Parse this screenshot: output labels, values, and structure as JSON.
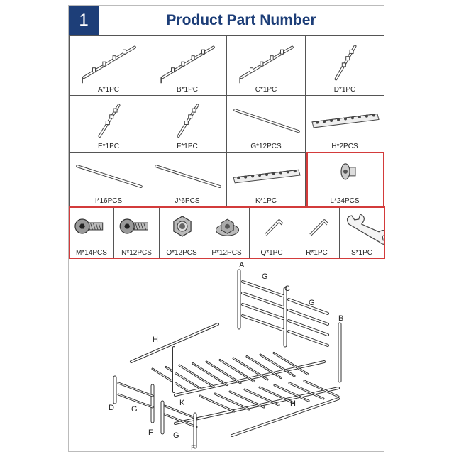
{
  "header": {
    "step_number": "1",
    "title": "Product Part Number"
  },
  "parts": [
    {
      "id": "A",
      "label": "A*1PC",
      "icon": "long-rail-icon"
    },
    {
      "id": "B",
      "label": "B*1PC",
      "icon": "long-rail-icon"
    },
    {
      "id": "C",
      "label": "C*1PC",
      "icon": "long-rail-icon"
    },
    {
      "id": "D",
      "label": "D*1PC",
      "icon": "short-post-icon"
    },
    {
      "id": "E",
      "label": "E*1PC",
      "icon": "short-post-icon"
    },
    {
      "id": "F",
      "label": "F*1PC",
      "icon": "short-post-icon"
    },
    {
      "id": "G",
      "label": "G*12PCS",
      "icon": "bar-icon"
    },
    {
      "id": "H",
      "label": "H*2PCS",
      "icon": "slat-rail-icon"
    },
    {
      "id": "I",
      "label": "I*16PCS",
      "icon": "bar-icon"
    },
    {
      "id": "J",
      "label": "J*6PCS",
      "icon": "bar-icon"
    },
    {
      "id": "K",
      "label": "K*1PC",
      "icon": "slat-rail-icon"
    },
    {
      "id": "L",
      "label": "L*24PCS",
      "icon": "flat-bolt-icon"
    },
    {
      "id": "M",
      "label": "M*14PCS",
      "icon": "bolt-icon"
    },
    {
      "id": "N",
      "label": "N*12PCS",
      "icon": "bolt-icon"
    },
    {
      "id": "O",
      "label": "O*12PCS",
      "icon": "nut-icon"
    },
    {
      "id": "P",
      "label": "P*12PCS",
      "icon": "flange-nut-icon"
    },
    {
      "id": "Q",
      "label": "Q*1PC",
      "icon": "allen-key-icon"
    },
    {
      "id": "R",
      "label": "R*1PC",
      "icon": "allen-key-icon"
    },
    {
      "id": "S",
      "label": "S*1PC",
      "icon": "wrench-icon"
    }
  ],
  "diagram": {
    "callouts": [
      "A",
      "G",
      "C",
      "G",
      "B",
      "H",
      "H",
      "D",
      "G",
      "K",
      "F",
      "G",
      "E"
    ]
  },
  "colors": {
    "header_blue": "#1d3e78",
    "highlight_red": "#d33b3b"
  }
}
